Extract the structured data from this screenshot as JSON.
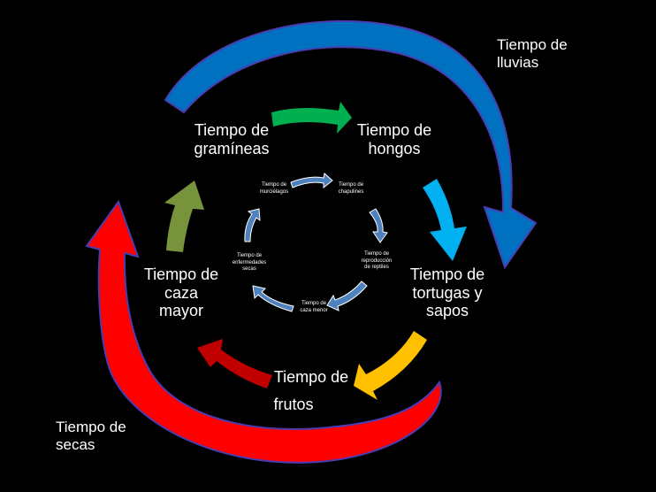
{
  "seasons": {
    "rainy": "Tiempo de\nlluvias",
    "dry": "Tiempo de\nsecas"
  },
  "outer_cycle": [
    {
      "label": "Tiempo de\ngramíneas"
    },
    {
      "label": "Tiempo de\nhongos"
    },
    {
      "label": "Tiempo de\ntortugas y\nsapos"
    },
    {
      "label": "Tiempo de"
    },
    {
      "label": "frutos"
    },
    {
      "label": "Tiempo de\ncaza\nmayor"
    }
  ],
  "inner_cycle": [
    {
      "label": "Tiempo de\nmurciélagos"
    },
    {
      "label": "Tiempo de\nchapulines"
    },
    {
      "label": "Tiempo de\nreproducción\nde reptiles"
    },
    {
      "label": "Tiempo de\ncaza menor"
    },
    {
      "label": "Tiempo de\nenfermedades\nsecas"
    }
  ],
  "colors": {
    "background": "#000000",
    "rainy_arc": "#0070C0",
    "dry_arc": "#FF0000",
    "arc_outline": "#4B3CB0",
    "gramineas_arrow": "#00B050",
    "hongos_arrow": "#00B0F0",
    "tortugas_arrow": "#FFC000",
    "frutos_arrow": "#C00000",
    "caza_arrow": "#77933C",
    "inner_arrows": "#4F81BD"
  }
}
